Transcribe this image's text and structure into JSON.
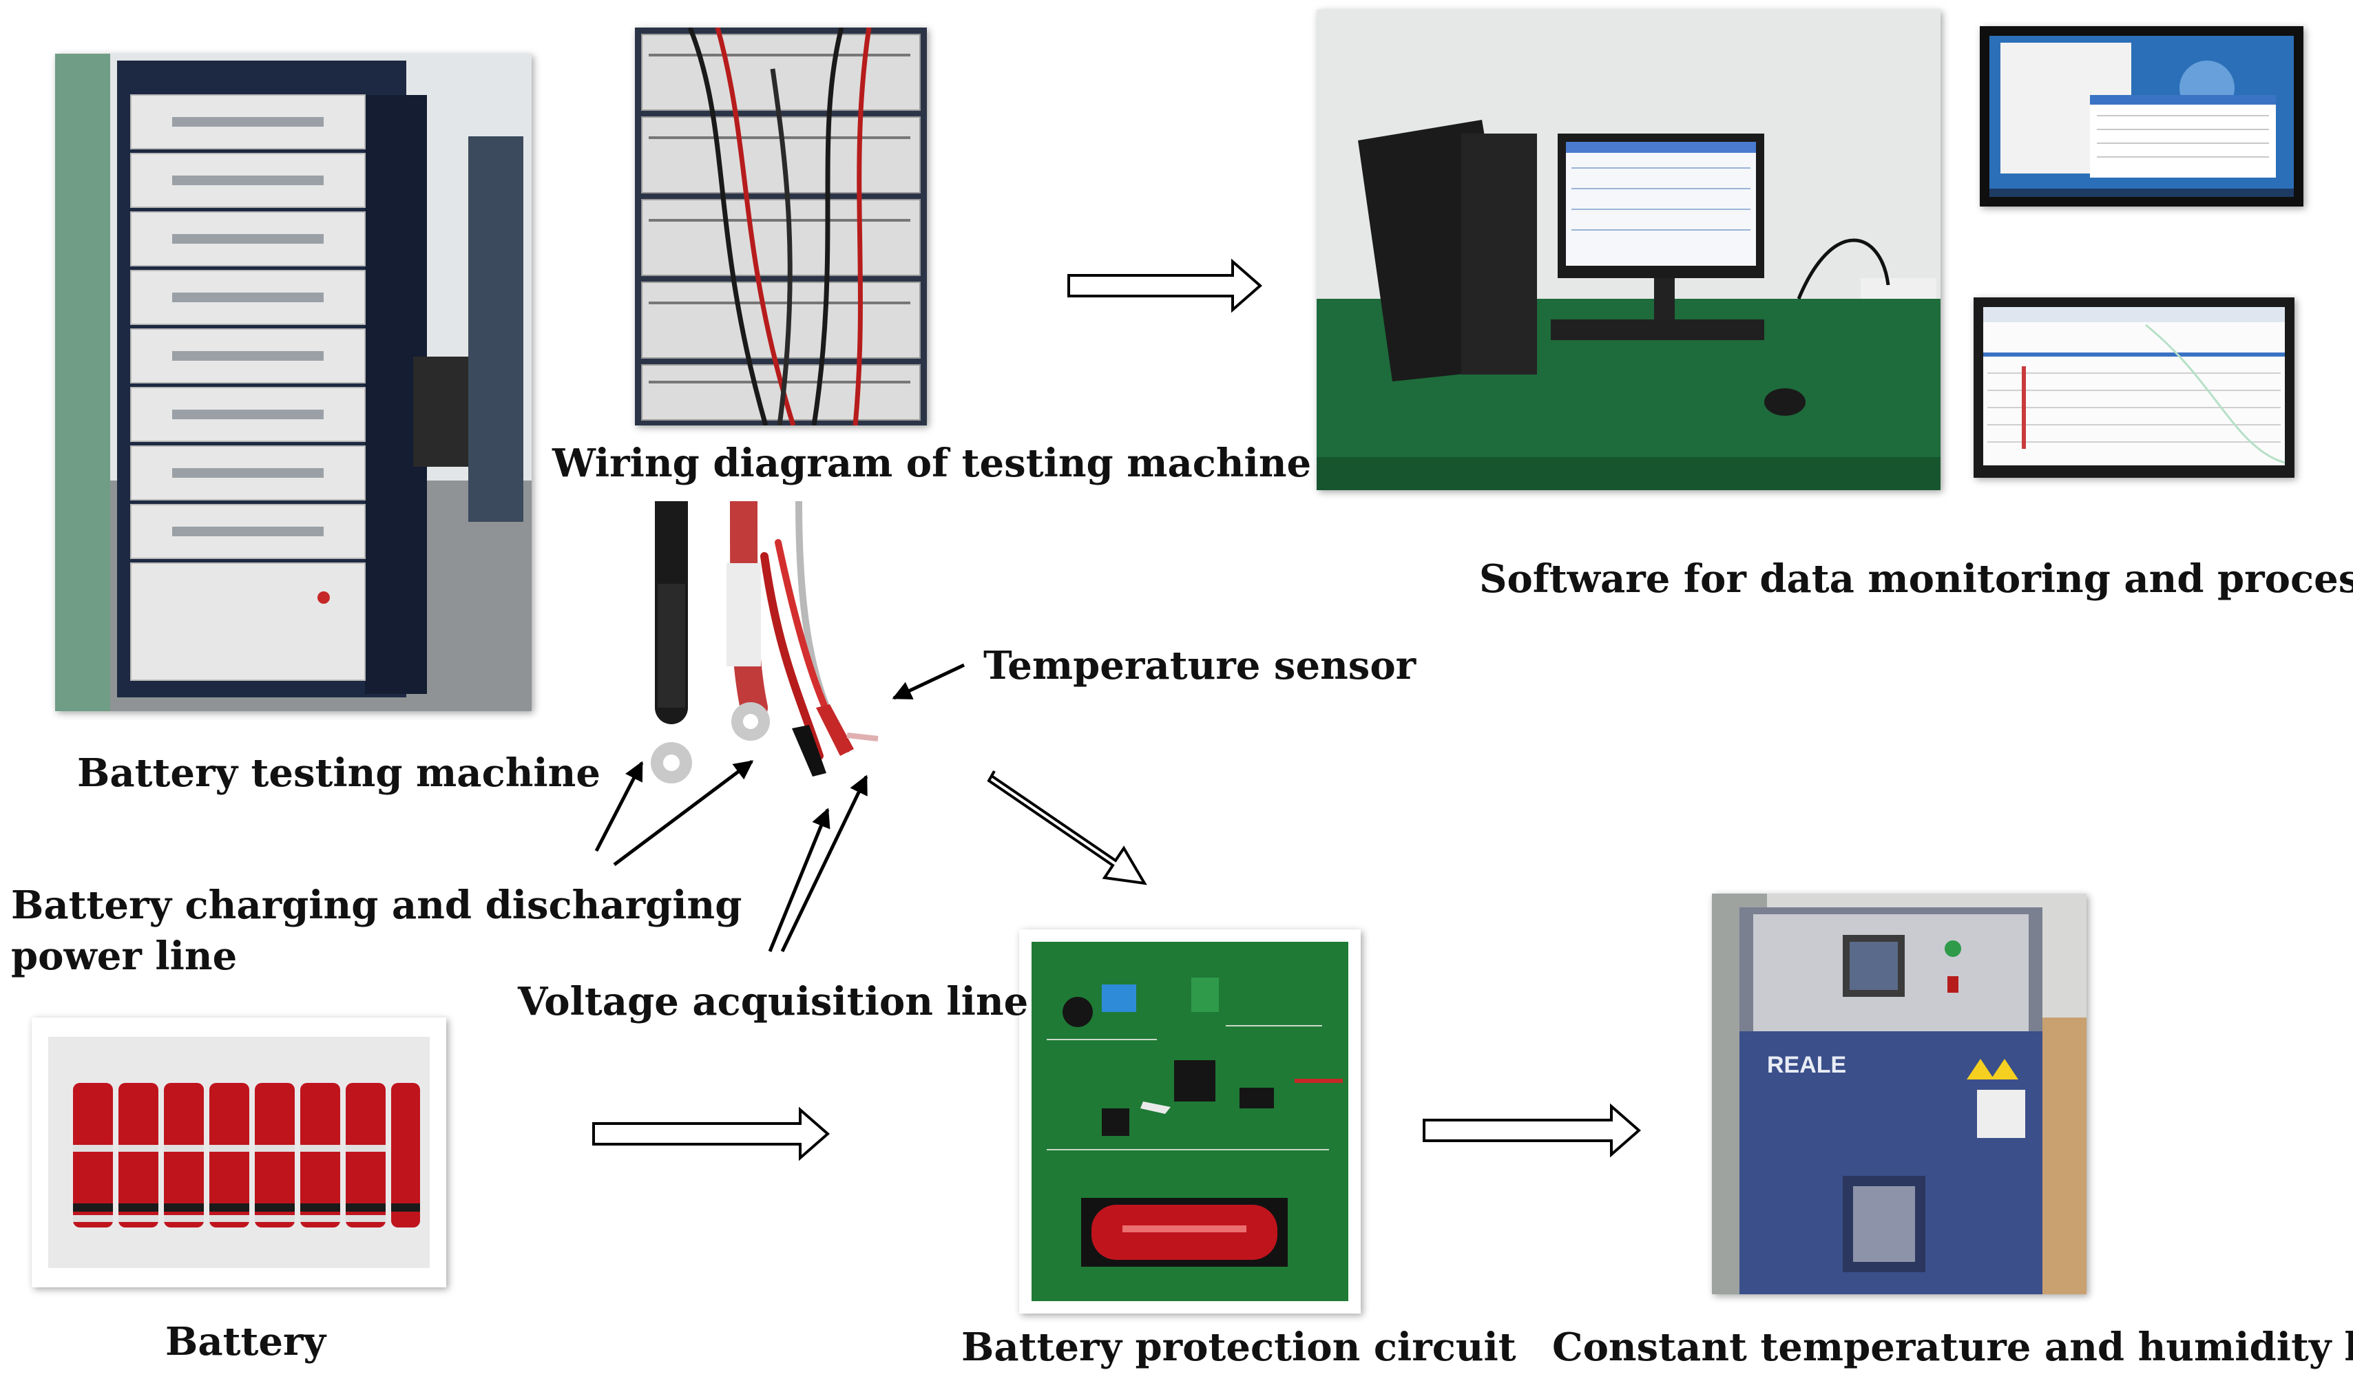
{
  "labels": {
    "battery_testing_machine": "Battery testing machine",
    "wiring_diagram": "Wiring diagram of testing machine",
    "software": "Software for data monitoring and processing",
    "temperature_sensor": "Temperature sensor",
    "power_line_1": "Battery charging and discharging",
    "power_line_2": "power line",
    "voltage_line": "Voltage acquisition line",
    "battery": "Battery",
    "protection_circuit": "Battery protection circuit",
    "humidity_box": "Constant temperature and humidity box"
  },
  "colors": {
    "text": "#111111",
    "pcb_green": "#1f7a35",
    "cell_red": "#c0141d",
    "chamber_blue": "#3b4f8a",
    "desk_green": "#1e6b3c"
  }
}
